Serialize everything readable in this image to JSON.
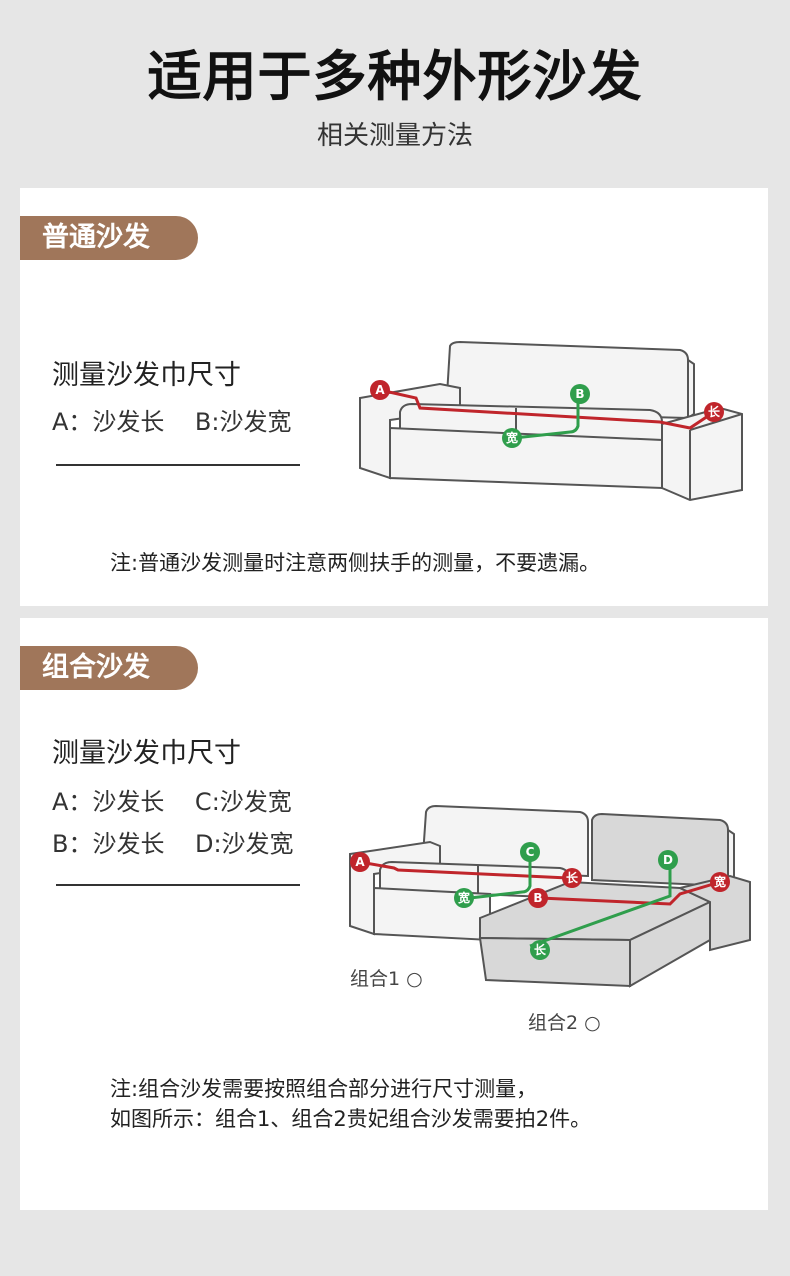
{
  "title": "适用于多种外形沙发",
  "subtitle": "相关测量方法",
  "section1": {
    "tag": "普通沙发",
    "heading": "测量沙发巾尺寸",
    "line1": "A：沙发长    B:沙发宽",
    "note": "注:普通沙发测量时注意两侧扶手的测量，不要遗漏。",
    "markers": {
      "a": "A",
      "b": "B",
      "width": "宽",
      "length": "长"
    }
  },
  "section2": {
    "tag": "组合沙发",
    "heading": "测量沙发巾尺寸",
    "line1": "A：沙发长    C:沙发宽",
    "line2": "B：沙发长    D:沙发宽",
    "combo1": "组合1",
    "combo2": "组合2",
    "note1": "注:组合沙发需要按照组合部分进行尺寸测量，",
    "note2": "如图所示：组合1、组合2贵妃组合沙发需要拍2件。",
    "markers": {
      "a": "A",
      "b": "B",
      "c": "C",
      "d": "D",
      "width": "宽",
      "length": "长"
    }
  },
  "colors": {
    "tag_bg": "#a0765a",
    "red": "#c0252b",
    "green": "#2f9e4c"
  }
}
